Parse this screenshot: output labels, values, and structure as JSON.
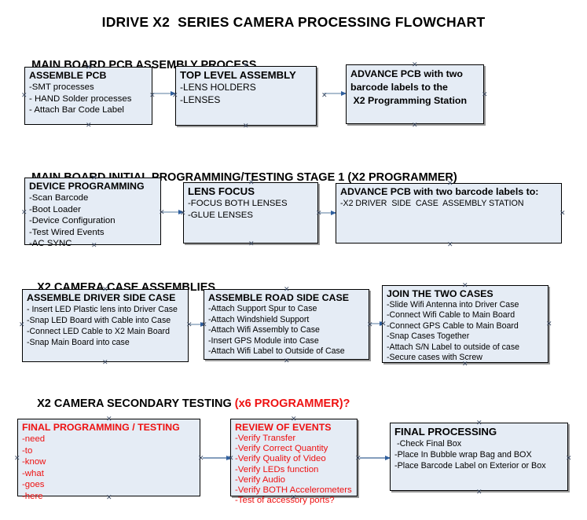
{
  "document": {
    "title": "IDRIVE X2  SERIES CAMERA PROCESSING FLOWCHART",
    "accent_color": "#ee1111",
    "box_fill": "#e5ecf5",
    "connector_color": "#6f8fb0"
  },
  "sections": [
    {
      "heading": "MAIN BOARD PCB ASSEMBLY PROCESS",
      "heading_accent": "",
      "boxes": [
        {
          "title": "ASSEMBLE PCB",
          "lines": [
            "-SMT processes",
            "- HAND Solder processes",
            "- Attach Bar Code Label"
          ]
        },
        {
          "title": "TOP LEVEL ASSEMBLY",
          "lines": [
            "-LENS HOLDERS",
            "-LENSES"
          ]
        },
        {
          "title": "ADVANCE PCB with two\nbarcode labels to the\n X2 Programming Station",
          "lines": []
        }
      ]
    },
    {
      "heading": "MAIN BOARD INITIAL PROGRAMMING/TESTING STAGE 1 (X2 PROGRAMMER)",
      "heading_accent": "",
      "boxes": [
        {
          "title": "DEVICE PROGRAMMING",
          "lines": [
            "-Scan Barcode",
            "-Boot Loader",
            "-Device Configuration",
            "-Test Wired Events",
            "-AC SYNC"
          ]
        },
        {
          "title": "LENS FOCUS",
          "lines": [
            "-FOCUS BOTH LENSES",
            "-GLUE LENSES"
          ]
        },
        {
          "title": "ADVANCE PCB with two barcode labels to:",
          "lines": [
            "-X2 DRIVER  SIDE  CASE  ASSEMBLY STATION"
          ]
        }
      ]
    },
    {
      "heading": "X2 CAMERA CASE ASSEMBLIES",
      "heading_accent": "",
      "boxes": [
        {
          "title": "ASSEMBLE DRIVER SIDE CASE",
          "lines": [
            "- Insert LED Plastic lens into Driver Case",
            "-Snap LED Board with Cable into Case",
            "-Connect LED Cable to X2 Main Board",
            "-Snap Main Board into case"
          ]
        },
        {
          "title": "ASSEMBLE ROAD SIDE CASE",
          "lines": [
            "-Attach Support Spur to Case",
            "-Attach Windshield Support",
            "-Attach Wifi Assembly to Case",
            "-Insert GPS Module into Case",
            "-Attach Wifi Label to Outside of Case"
          ]
        },
        {
          "title": "JOIN THE TWO CASES",
          "lines": [
            "-Slide Wifi Antenna into Driver Case",
            "-Connect Wifi Cable to Main Board",
            "-Connect GPS Cable to Main Board",
            "-Snap Cases Together",
            "-Attach S/N Label to outside of case",
            "-Secure cases with Screw"
          ]
        }
      ]
    },
    {
      "heading": "X2 CAMERA SECONDARY TESTING ",
      "heading_accent": "(x6 PROGRAMMER)?",
      "boxes": [
        {
          "title": "FINAL PROGRAMMING / TESTING",
          "lines": [
            "-need",
            "-to",
            "-know",
            "-what",
            "-goes",
            "-here"
          ]
        },
        {
          "title": "REVIEW OF EVENTS",
          "lines": [
            "-Verify Transfer",
            "-Verify Correct Quantity",
            "-Verify Quality of Video",
            "-Verify LEDs function",
            "-Verify Audio",
            "-Verify BOTH Accelerometers",
            "-Test of accessory ports?"
          ]
        },
        {
          "title": "FINAL PROCESSING",
          "lines": [
            " -Check Final Box",
            "-Place In Bubble wrap Bag and BOX",
            "-Place Barcode Label on Exterior or Box"
          ]
        }
      ]
    }
  ]
}
